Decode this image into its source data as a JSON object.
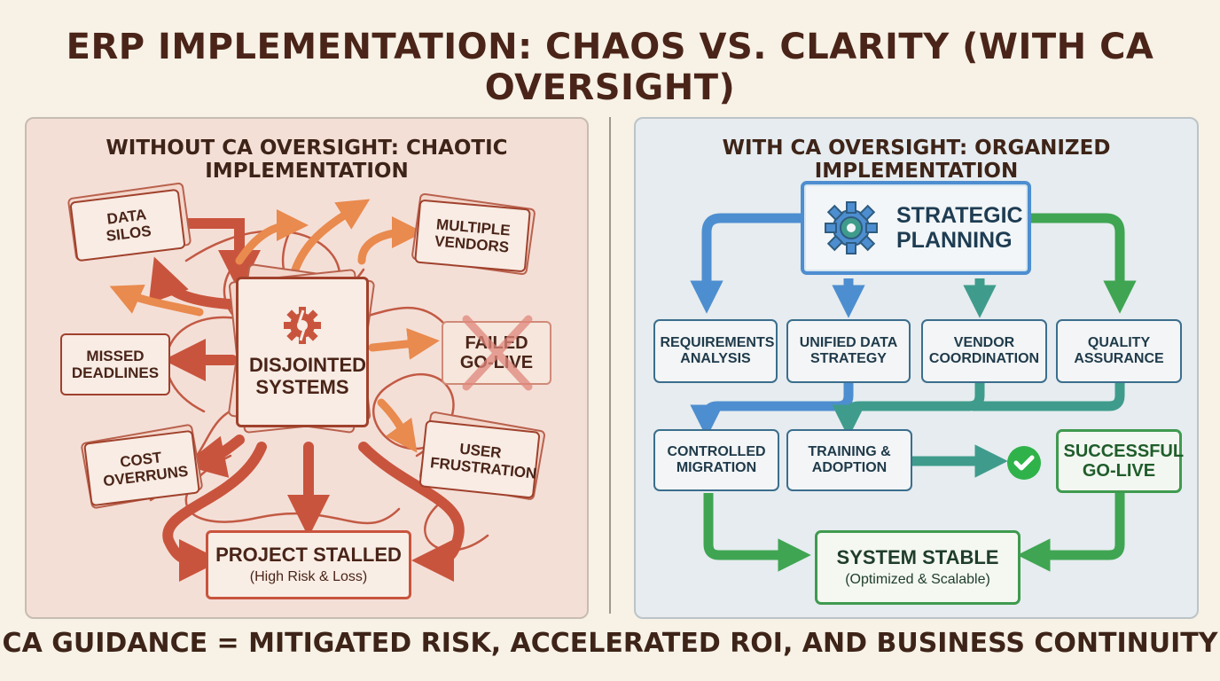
{
  "title": "ERP IMPLEMENTATION: CHAOS VS. CLARITY (WITH CA OVERSIGHT)",
  "left_panel": {
    "heading": "WITHOUT CA OVERSIGHT: CHAOTIC IMPLEMENTATION",
    "center": "DISJOINTED SYSTEMS",
    "boxes": {
      "data_silos": "DATA SILOS",
      "multiple_vendors": "MULTIPLE VENDORS",
      "missed_deadlines": "MISSED DEADLINES",
      "failed_go_live": "FAILED GO-LIVE",
      "cost_overruns": "COST OVERRUNS",
      "user_frustration": "USER FRUSTRATION"
    },
    "outcome": {
      "label": "PROJECT STALLED",
      "sub": "(High Risk & Loss)"
    }
  },
  "right_panel": {
    "heading": "WITH CA OVERSIGHT: ORGANIZED IMPLEMENTATION",
    "top": "STRATEGIC PLANNING",
    "row1": {
      "requirements": "REQUIREMENTS ANALYSIS",
      "unified_data": "UNIFIED DATA STRATEGY",
      "vendor_coordination": "VENDOR COORDINATION",
      "quality_assurance": "QUALITY ASSURANCE"
    },
    "row2": {
      "controlled_migration": "CONTROLLED MIGRATION",
      "training": "TRAINING & ADOPTION",
      "successful": "SUCCESSFUL GO-LIVE"
    },
    "outcome": {
      "label": "SYSTEM STABLE",
      "sub": "(Optimized & Scalable)"
    }
  },
  "footer": "CA GUIDANCE = MITIGATED RISK, ACCELERATED ROI, AND BUSINESS CONTINUITY",
  "colors": {
    "background": "#f7f1e6",
    "chaos_red": "#c9543d",
    "chaos_orange": "#e98a4e",
    "plan_blue": "#4d8ed0",
    "teal": "#3f9c8c",
    "success_green": "#3fa552"
  }
}
